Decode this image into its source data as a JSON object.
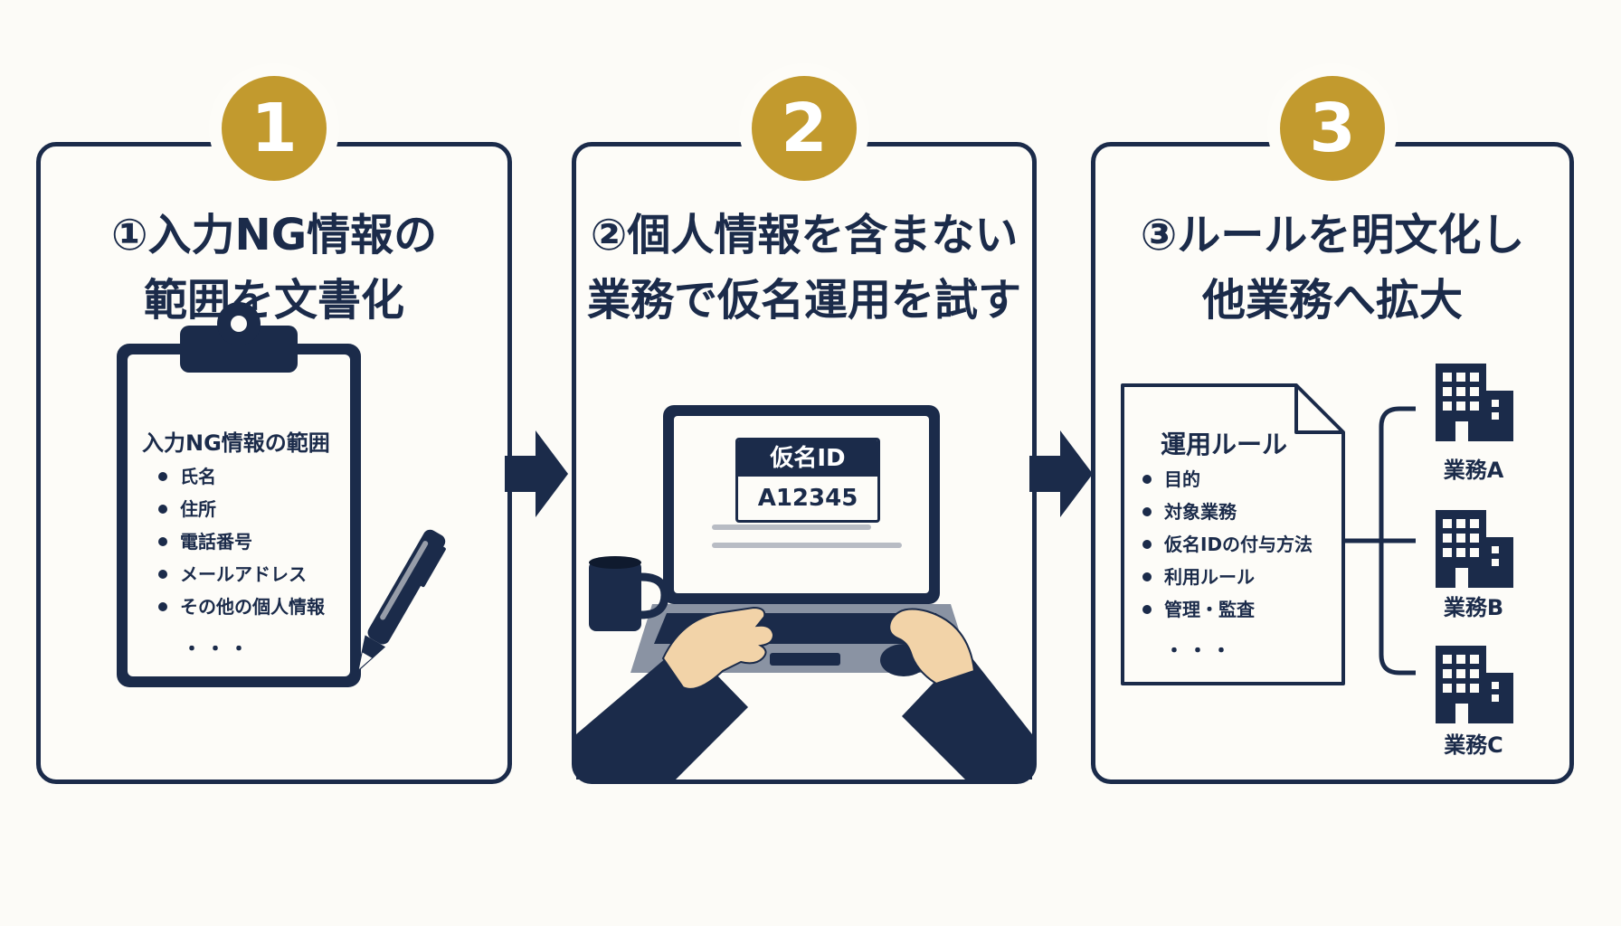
{
  "steps": [
    {
      "number": "1",
      "title_line1": "①入力NG情報の",
      "title_line2": "範囲を文書化",
      "clipboard": {
        "heading": "入力NG情報の範囲",
        "items": [
          "氏名",
          "住所",
          "電話番号",
          "メールアドレス",
          "その他の個人情報"
        ],
        "ellipsis": "・・・"
      }
    },
    {
      "number": "2",
      "title_line1": "②個人情報を含まない",
      "title_line2": "業務で仮名運用を試す",
      "screen": {
        "id_label": "仮名ID",
        "id_value": "A12345"
      }
    },
    {
      "number": "3",
      "title_line1": "③ルールを明文化し",
      "title_line2": "他業務へ拡大",
      "document": {
        "heading": "運用ルール",
        "items": [
          "目的",
          "対象業務",
          "仮名IDの付与方法",
          "利用ルール",
          "管理・監査"
        ],
        "ellipsis": "・・・"
      },
      "branches": [
        "業務A",
        "業務B",
        "業務C"
      ]
    }
  ],
  "colors": {
    "navy": "#1b2b4a",
    "gold": "#c29a2e",
    "background": "#fcfbf7"
  },
  "icons": [
    "clipboard-icon",
    "pen-icon",
    "laptop-icon",
    "mug-icon",
    "hands-icon",
    "mouse-icon",
    "document-icon",
    "building-icon",
    "arrow-right-icon"
  ]
}
